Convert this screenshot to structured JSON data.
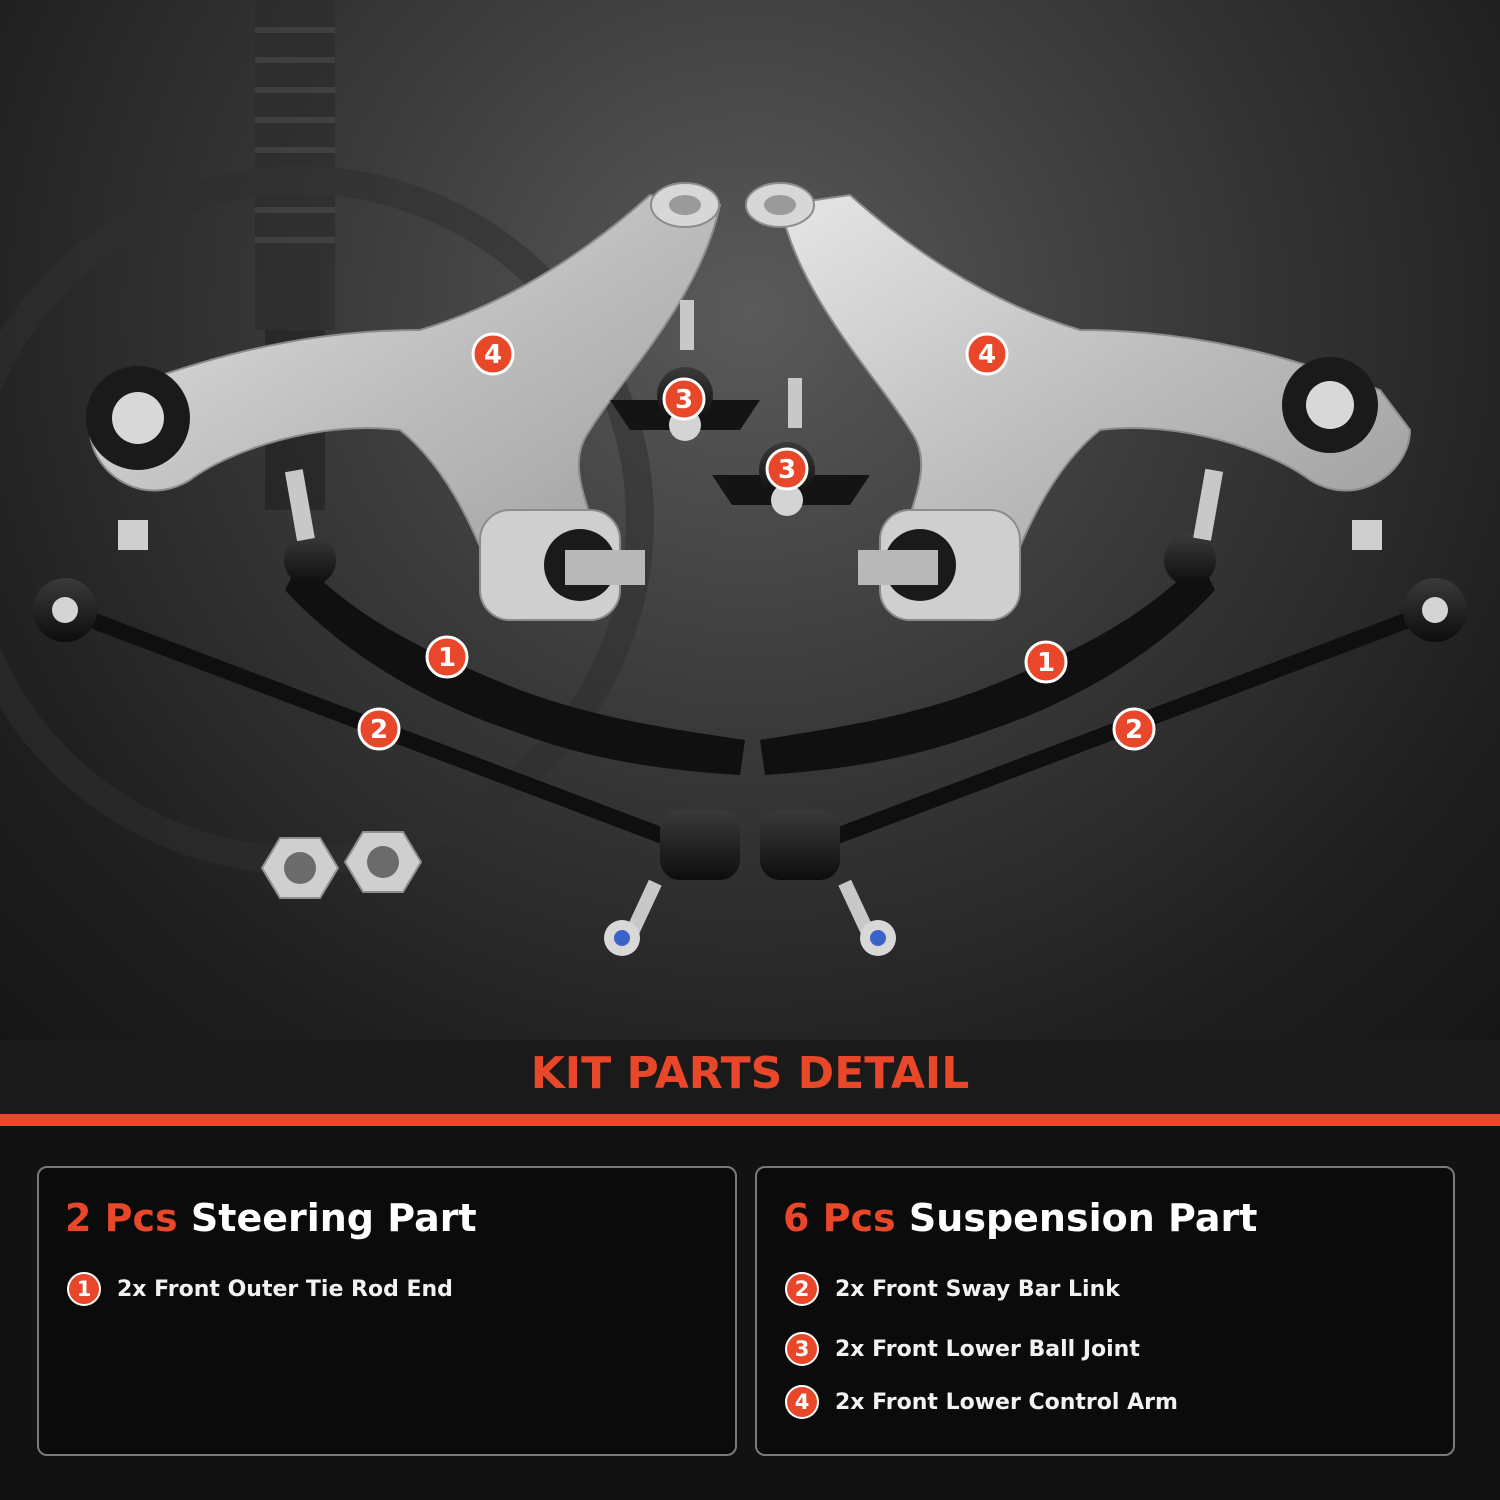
{
  "title": "KIT PARTS DETAIL",
  "callouts": [
    "4",
    "4",
    "3",
    "3",
    "1",
    "1",
    "2",
    "2"
  ],
  "panels": {
    "steering": {
      "count": "2 Pcs",
      "label": "Steering Part",
      "items": [
        {
          "num": "1",
          "text": "2x  Front Outer Tie Rod End"
        }
      ]
    },
    "suspension": {
      "count": "6 Pcs",
      "label": "Suspension Part",
      "items": [
        {
          "num": "2",
          "text": "2x  Front Sway Bar Link"
        },
        {
          "num": "3",
          "text": "2x  Front Lower Ball Joint"
        },
        {
          "num": "4",
          "text": "2x  Front Lower Control Arm"
        }
      ]
    }
  },
  "colors": {
    "accent": "#e8472a",
    "panel_border": "#7a7a7a",
    "text": "#ffffff"
  }
}
